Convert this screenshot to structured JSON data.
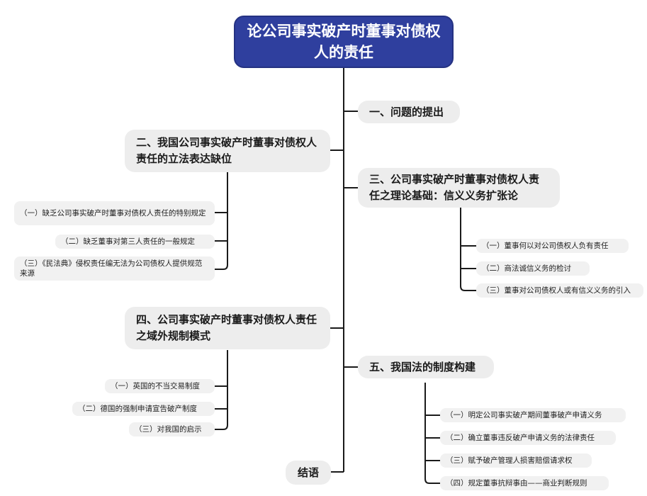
{
  "title": "论公司事实破产时董事对债权人的责任",
  "branches": {
    "b1": {
      "label": "一、问题的提出"
    },
    "b2": {
      "label": "二、我国公司事实破产时董事对债权人责任的立法表达缺位",
      "children": [
        "（一）缺乏公司事实破产时董事对债权人责任的特别规定",
        "（二）缺乏董事对第三人责任的一般规定",
        "（三）《民法典》侵权责任编无法为公司债权人提供规范来源"
      ]
    },
    "b3": {
      "label": "三、公司事实破产时董事对债权人责任之理论基础：信义义务扩张论",
      "children": [
        "（一）董事何以对公司债权人负有责任",
        "（二）商法诚信义务的检讨",
        "（三）董事对公司债权人或有信义义务的引入"
      ]
    },
    "b4": {
      "label": "四、公司事实破产时董事对债权人责任之域外规制模式",
      "children": [
        "（一）英国的不当交易制度",
        "（二）德国的强制申请宣告破产制度",
        "（三）对我国的启示"
      ]
    },
    "b5": {
      "label": "五、我国法的制度构建",
      "children": [
        "（一）明定公司事实破产期间董事破产申请义务",
        "（二）确立董事违反破产申请义务的法律责任",
        "（三）赋予破产管理人损害赔偿请求权",
        "（四）规定董事抗辩事由——商业判断规则"
      ]
    },
    "b6": {
      "label": "结语"
    }
  },
  "colors": {
    "root_bg": "#2f3f9e",
    "root_text": "#ffffff",
    "line": "#1a1a1a",
    "node_bg": "#ededed"
  }
}
